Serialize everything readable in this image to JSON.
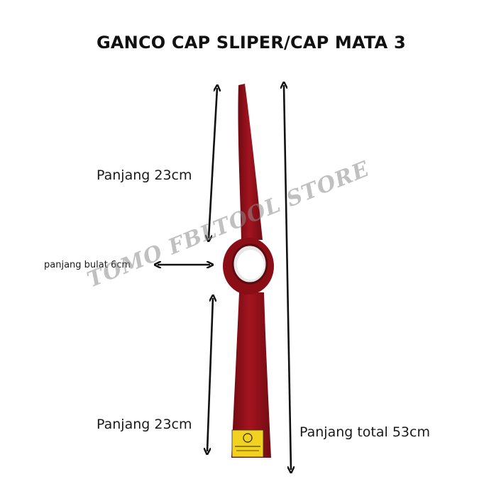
{
  "title": "GANCO CAP SLIPER/CAP MATA 3",
  "labels": {
    "top_length": "Panjang 23cm",
    "ring_length": "panjang bulat 6cm",
    "bottom_length": "Panjang 23cm",
    "total_length": "Panjang total 53cm"
  },
  "watermark": "TOMO FBLTOOL STORE",
  "colors": {
    "tool": "#8b0d16",
    "tool_highlight": "#b31c26",
    "arrow": "#111111",
    "sticker": "#f2d21e"
  }
}
